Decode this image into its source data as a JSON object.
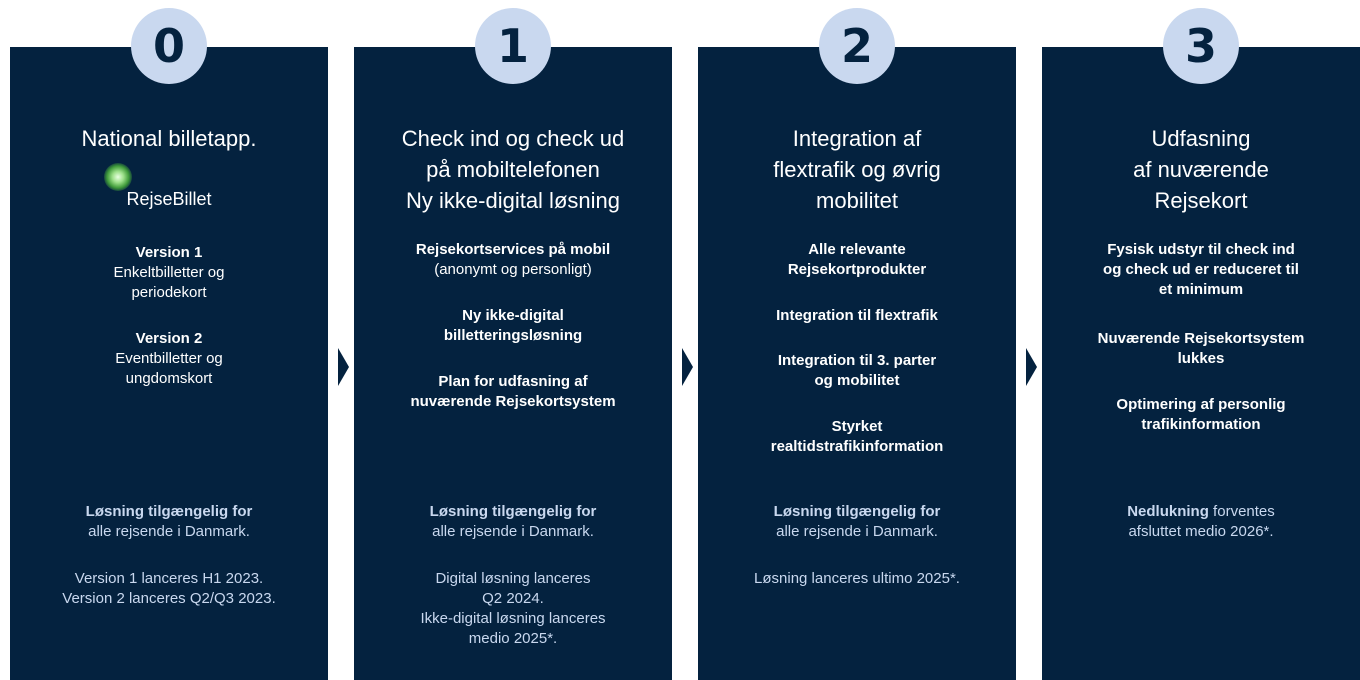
{
  "panels": [
    {
      "number": "0",
      "title": [
        "National billetapp."
      ],
      "brand": "RejseBillet",
      "feature_groups": [
        [
          {
            "text": "Version 1",
            "bold": true
          },
          {
            "text": "Enkeltbilletter og",
            "bold": false
          },
          {
            "text": "periodekort",
            "bold": false
          }
        ],
        [
          {
            "text": "Version 2",
            "bold": true
          },
          {
            "text": "Eventbilletter og",
            "bold": false
          },
          {
            "text": "ungdomskort",
            "bold": false
          }
        ]
      ],
      "availability": [
        "Løsning tilgængelig for",
        "alle rejsende i Danmark."
      ],
      "launch": [
        "Version 1 lanceres H1 2023.",
        "Version 2 lanceres Q2/Q3 2023."
      ]
    },
    {
      "number": "1",
      "title": [
        "Check ind og check ud",
        "på mobiltelefonen",
        "Ny ikke-digital løsning"
      ],
      "feature_groups": [
        [
          {
            "text": "Rejsekortservices på mobil",
            "bold": true
          },
          {
            "text": "(anonymt og personligt)",
            "bold": false
          }
        ],
        [
          {
            "text": "Ny ikke-digital",
            "bold": true
          },
          {
            "text": "billetteringsløsning",
            "bold": true
          }
        ],
        [
          {
            "text": "Plan for udfasning af",
            "bold": true
          },
          {
            "text": "nuværende Rejsekortsystem",
            "bold": true
          }
        ]
      ],
      "availability": [
        "Løsning tilgængelig for",
        "alle rejsende i Danmark."
      ],
      "launch": [
        "Digital løsning lanceres",
        "Q2 2024.",
        "Ikke-digital løsning lanceres",
        "medio 2025*."
      ]
    },
    {
      "number": "2",
      "title": [
        "Integration af",
        "flextrafik og øvrig",
        "mobilitet"
      ],
      "feature_groups": [
        [
          {
            "text": "Alle relevante",
            "bold": true
          },
          {
            "text": "Rejsekortprodukter",
            "bold": true
          }
        ],
        [
          {
            "text": "Integration til flextrafik",
            "bold": true
          }
        ],
        [
          {
            "text": "Integration til 3. parter",
            "bold": true
          },
          {
            "text": "og mobilitet",
            "bold": true
          }
        ],
        [
          {
            "text": "Styrket",
            "bold": true
          },
          {
            "text": "realtidstrafikinformation",
            "bold": true
          }
        ]
      ],
      "availability": [
        "Løsning tilgængelig for",
        "alle rejsende i Danmark."
      ],
      "launch": [
        "Løsning lanceres ultimo 2025*."
      ]
    },
    {
      "number": "3",
      "title": [
        "Udfasning",
        "af nuværende",
        "Rejsekort"
      ],
      "feature_groups": [
        [
          {
            "text": "Fysisk udstyr til check ind",
            "bold": true
          },
          {
            "text": "og check ud er reduceret til",
            "bold": true
          },
          {
            "text": "et minimum",
            "bold": true
          }
        ],
        [
          {
            "text": "Nuværende Rejsekortsystem",
            "bold": true
          },
          {
            "text": "lukkes",
            "bold": true
          }
        ],
        [
          {
            "text": "Optimering af personlig",
            "bold": true
          },
          {
            "text": "trafikinformation",
            "bold": true
          }
        ]
      ],
      "closure": {
        "bold": "Nedlukning",
        "rest": " forventes",
        "line2": "afsluttet medio 2026*."
      }
    }
  ]
}
